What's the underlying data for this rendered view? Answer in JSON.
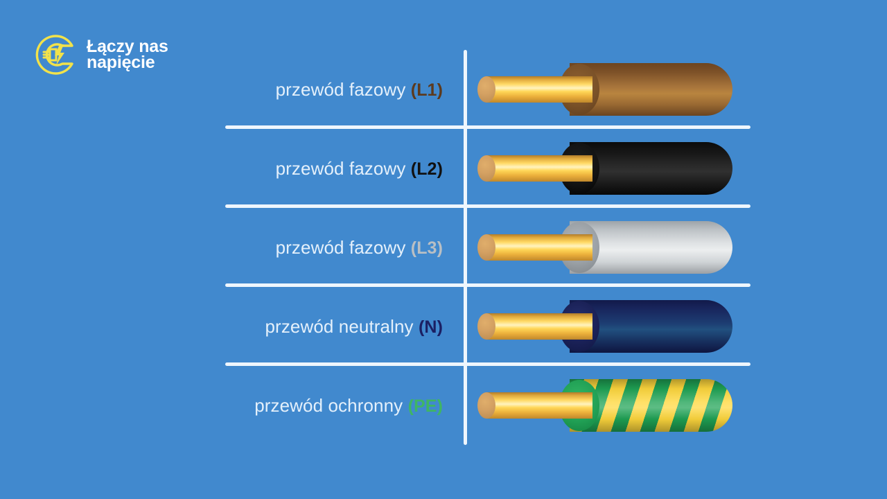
{
  "brand": {
    "name": "Łączy nas\nnapięcie",
    "icon": "plug-lightning-circle-icon",
    "color": "#f2e24a"
  },
  "colors": {
    "background": "#4189ce",
    "divider": "#eef6fd",
    "label_text": "#e4f0fb"
  },
  "rows": [
    {
      "label": "przewód fazowy",
      "code": "(L1)",
      "code_color": "#5c3a1e",
      "wire_name": "wire-brown",
      "sheath_class": "fill-brown",
      "face_class": "face-brown"
    },
    {
      "label": "przewód fazowy",
      "code": "(L2)",
      "code_color": "#111111",
      "wire_name": "wire-black",
      "sheath_class": "fill-black",
      "face_class": "face-black"
    },
    {
      "label": "przewód fazowy",
      "code": "(L3)",
      "code_color": "#b9bfc4",
      "wire_name": "wire-gray",
      "sheath_class": "fill-gray",
      "face_class": "face-gray"
    },
    {
      "label": "przewód neutralny",
      "code": "(N)",
      "code_color": "#1b1f63",
      "wire_name": "wire-navy",
      "sheath_class": "fill-navy",
      "face_class": "face-navy"
    },
    {
      "label": "przewód ochronny",
      "code": "(PE)",
      "code_color": "#3fb564",
      "wire_name": "wire-green-yellow",
      "sheath_class": "fill-pe",
      "face_class": "face-pe"
    }
  ]
}
